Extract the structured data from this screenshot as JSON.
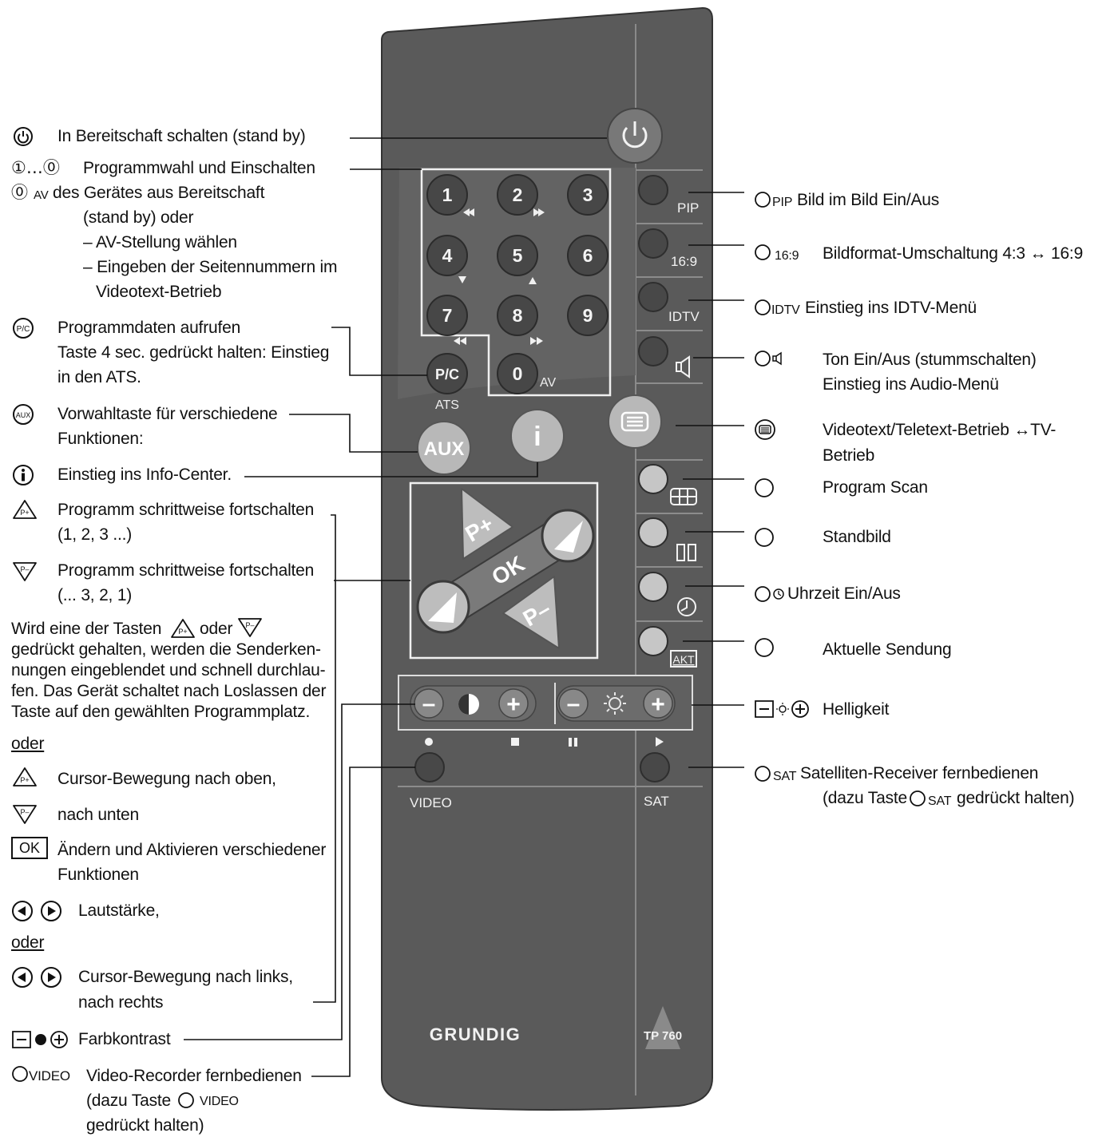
{
  "brand": "GRUNDIG",
  "model": "TP 760",
  "remote_keys": {
    "num": [
      "1",
      "2",
      "3",
      "4",
      "5",
      "6",
      "7",
      "8",
      "9"
    ],
    "zero": "0",
    "av": "AV",
    "pc": "P/C",
    "ats": "ATS",
    "aux": "AUX",
    "info": "i",
    "pplus": "P+",
    "pminus": "P–",
    "ok": "OK",
    "pip": "PIP",
    "r169": "16:9",
    "idtv": "IDTV",
    "akt": "AKT",
    "video": "VIDEO",
    "sat": "SAT",
    "minus": "–",
    "plus": "+"
  },
  "left": {
    "standby": "In Bereitschaft schalten (stand by)",
    "prog1": "Programmwahl und Einschalten",
    "prog1_sym": "①…⓪",
    "prog2_sym": "⓪",
    "prog2_av": "AV",
    "prog2": "des Gerätes aus Bereitschaft",
    "prog3": "(stand by) oder",
    "prog4": "– AV-Stellung wählen",
    "prog5": "– Eingeben der Seitennummern im",
    "prog6": "Videotext-Betrieb",
    "pc1": "Programmdaten aufrufen",
    "pc2": "Taste 4 sec. gedrückt halten: Einstieg",
    "pc3": "in den ATS.",
    "aux1": "Vorwahltaste für verschiedene",
    "aux2": "Funktionen:",
    "info": "Einstieg ins Info-Center.",
    "pplus1": "Programm schrittweise fortschalten",
    "pplus2": "(1, 2, 3 ...)",
    "pminus1": "Programm schrittweise fortschalten",
    "pminus2": "(... 3, 2, 1)",
    "hold1a": "Wird eine der Tasten",
    "hold1b": "oder",
    "hold2": "gedrückt gehalten, werden die Senderken-",
    "hold3": "nungen eingeblendet und schnell durchlau-",
    "hold4": "fen. Das Gerät schaltet nach Loslassen der",
    "hold5": "Taste auf den gewählten Programmplatz.",
    "oder1": "oder",
    "cursor_up": "Cursor-Bewegung nach oben,",
    "cursor_down": "nach unten",
    "ok_key": "OK",
    "ok1": "Ändern und Aktivieren verschiedener",
    "ok2": "Funktionen",
    "vol": "Lautstärke,",
    "oder2": "oder",
    "cursor_lr1": "Cursor-Bewegung nach links,",
    "cursor_lr2": "nach rechts",
    "contrast": "Farbkontrast",
    "video_sym": "VIDEO",
    "video1": "Video-Recorder fernbedienen",
    "video2a": "(dazu Taste",
    "video2b": "VIDEO",
    "video3": "gedrückt halten)"
  },
  "right": {
    "pip_sym": "PIP",
    "pip": "Bild im Bild Ein/Aus",
    "r169_sym": "16:9",
    "r169": "Bildformat-Umschaltung 4:3 ↔ 16:9",
    "idtv_sym": "IDTV",
    "idtv": "Einstieg ins IDTV-Menü",
    "mute1": "Ton Ein/Aus (stummschalten)",
    "mute2": "Einstieg ins Audio-Menü",
    "vt1": "Videotext/Teletext-Betrieb ↔TV-",
    "vt2": "Betrieb",
    "scan": "Program Scan",
    "still": "Standbild",
    "clock": "Uhrzeit Ein/Aus",
    "akt": "Aktuelle Sendung",
    "bright": "Helligkeit",
    "sat_sym": "SAT",
    "sat1": "Satelliten-Receiver fernbedienen",
    "sat2a": "(dazu Taste",
    "sat2b": "SAT",
    "sat2c": "gedrückt halten)"
  }
}
